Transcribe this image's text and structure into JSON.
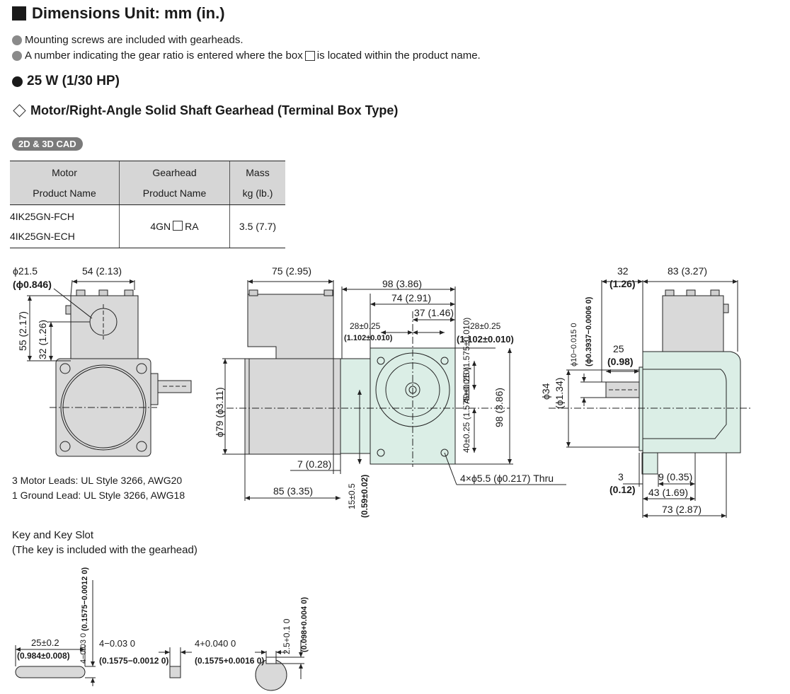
{
  "header": {
    "title": "Dimensions  Unit: mm (in.)",
    "notes": [
      "Mounting screws are included with gearheads.",
      "A number indicating the gear ratio is entered where the box",
      "is located within the product name."
    ],
    "power": "25 W (1/30 HP)",
    "subtitle": "Motor/Right-Angle Solid Shaft Gearhead (Terminal Box Type)",
    "cad_badge": "2D & 3D CAD"
  },
  "table": {
    "headers": [
      {
        "l1": "Motor",
        "l2": "Product  Name"
      },
      {
        "l1": "Gearhead",
        "l2": "Product  Name"
      },
      {
        "l1": "Mass",
        "l2": "kg (lb.)"
      }
    ],
    "row": {
      "motors": [
        "4IK25GN-FCH",
        "4IK25GN-ECH"
      ],
      "gearhead_pre": "4GN",
      "gearhead_post": "RA",
      "mass": "3.5 (7.7)"
    }
  },
  "dims": {
    "d21": "ϕ21.5",
    "d0846": "(ϕ0.846)",
    "d54": "54 (2.13)",
    "d55": "55 (2.17)",
    "d32": "32 (1.26)",
    "d75": "75 (2.95)",
    "d98": "98 (3.86)",
    "d74": "74 (2.91)",
    "d37": "37 (1.46)",
    "d28a": "28±0.25",
    "d28a_in": "(1.102±0.010)",
    "d28b": "28±0.25",
    "d28b_in": "(1.102±0.010)",
    "d40a": "40±0.25 (1.575±0.010)",
    "d40b": "40±0.25 (1.575±0.010)",
    "d98v": "98 (3.86)",
    "d79": "ϕ79 (ϕ3.11)",
    "d7": "7 (0.28)",
    "d85": "85 (3.35)",
    "d15": "15±0.5",
    "d15in": "(0.59±0.02)",
    "hole": "4×ϕ5.5 (ϕ0.217) Thru",
    "d32r": "32",
    "d32r_in": "(1.26)",
    "d83": "83 (3.27)",
    "dphi10": "ϕ10−0.015 0",
    "dphi10_in": "(ϕ0.3937−0.0006 0)",
    "d25": "25",
    "d25in": "(0.98)",
    "d34": "ϕ34",
    "d34in": "(ϕ1.34)",
    "d3": "3",
    "d3in": "(0.12)",
    "d9": "9 (0.35)",
    "d43": "43 (1.69)",
    "d73": "73 (2.87)"
  },
  "leads": {
    "l1": "3 Motor Leads: UL Style 3266, AWG20",
    "l2": "1 Ground Lead: UL Style 3266, AWG18"
  },
  "key": {
    "heading": "Key and Key Slot",
    "sub": "(The key is included with the gearhead)",
    "k25": "25±0.2",
    "k25in": "(0.984±0.008)",
    "k4v": "4−0.03 0",
    "k4v_in": "(0.1575−0.0012 0)",
    "k4h": "4−0.03 0",
    "k4h_in": "(0.1575−0.0012 0)",
    "k4s": "4+0.040 0",
    "k4s_in": "(0.1575+0.0016 0)",
    "k25s": "2.5+0.1 0",
    "k25s_in": "(0.098+0.004 0)"
  }
}
